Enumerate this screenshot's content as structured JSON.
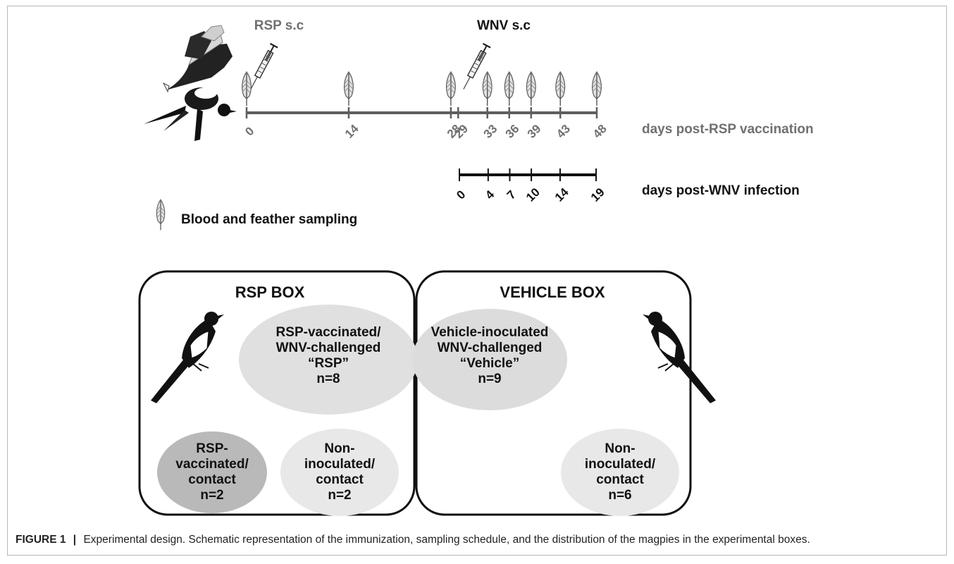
{
  "colors": {
    "grey_text": "#707070",
    "timeline_grey": "#5e5e5e",
    "timeline_black": "#111111",
    "ellipse_light": "#e8e8e8",
    "ellipse_mid": "#dcdcdc",
    "ellipse_dark": "#b9b9b9",
    "box_border": "#111111"
  },
  "timeline": {
    "rsp_label": "RSP s.c",
    "wnv_label": "WNV s.c",
    "rsp_axis_label": "days post-RSP vaccination",
    "wnv_axis_label": "days post-WNV infection",
    "rsp_ticks": [
      "0",
      "14",
      "28",
      "29",
      "33",
      "36",
      "39",
      "43",
      "48"
    ],
    "wnv_ticks": [
      "0",
      "4",
      "7",
      "10",
      "14",
      "19"
    ]
  },
  "legend": {
    "icon": "feather-icon",
    "label": "Blood and feather sampling"
  },
  "boxes": {
    "rsp": {
      "title": "RSP BOX",
      "groups": [
        {
          "lines": [
            "RSP-vaccinated/",
            "WNV-challenged",
            "“RSP”",
            "n=8"
          ]
        },
        {
          "lines": [
            "RSP-",
            "vaccinated/",
            "contact",
            "n=2"
          ]
        },
        {
          "lines": [
            "Non-",
            "inoculated/",
            "contact",
            "n=2"
          ]
        }
      ]
    },
    "vehicle": {
      "title": "VEHICLE BOX",
      "groups": [
        {
          "lines": [
            "Vehicle-inoculated",
            "WNV-challenged",
            "“Vehicle”",
            "n=9"
          ]
        },
        {
          "lines": [
            "Non-",
            "inoculated/",
            "contact",
            "n=6"
          ]
        }
      ]
    }
  },
  "caption": {
    "label": "FIGURE 1",
    "separator": "|",
    "text": "Experimental design. Schematic representation of the immunization, sampling schedule, and the distribution of the magpies in the experimental boxes."
  }
}
